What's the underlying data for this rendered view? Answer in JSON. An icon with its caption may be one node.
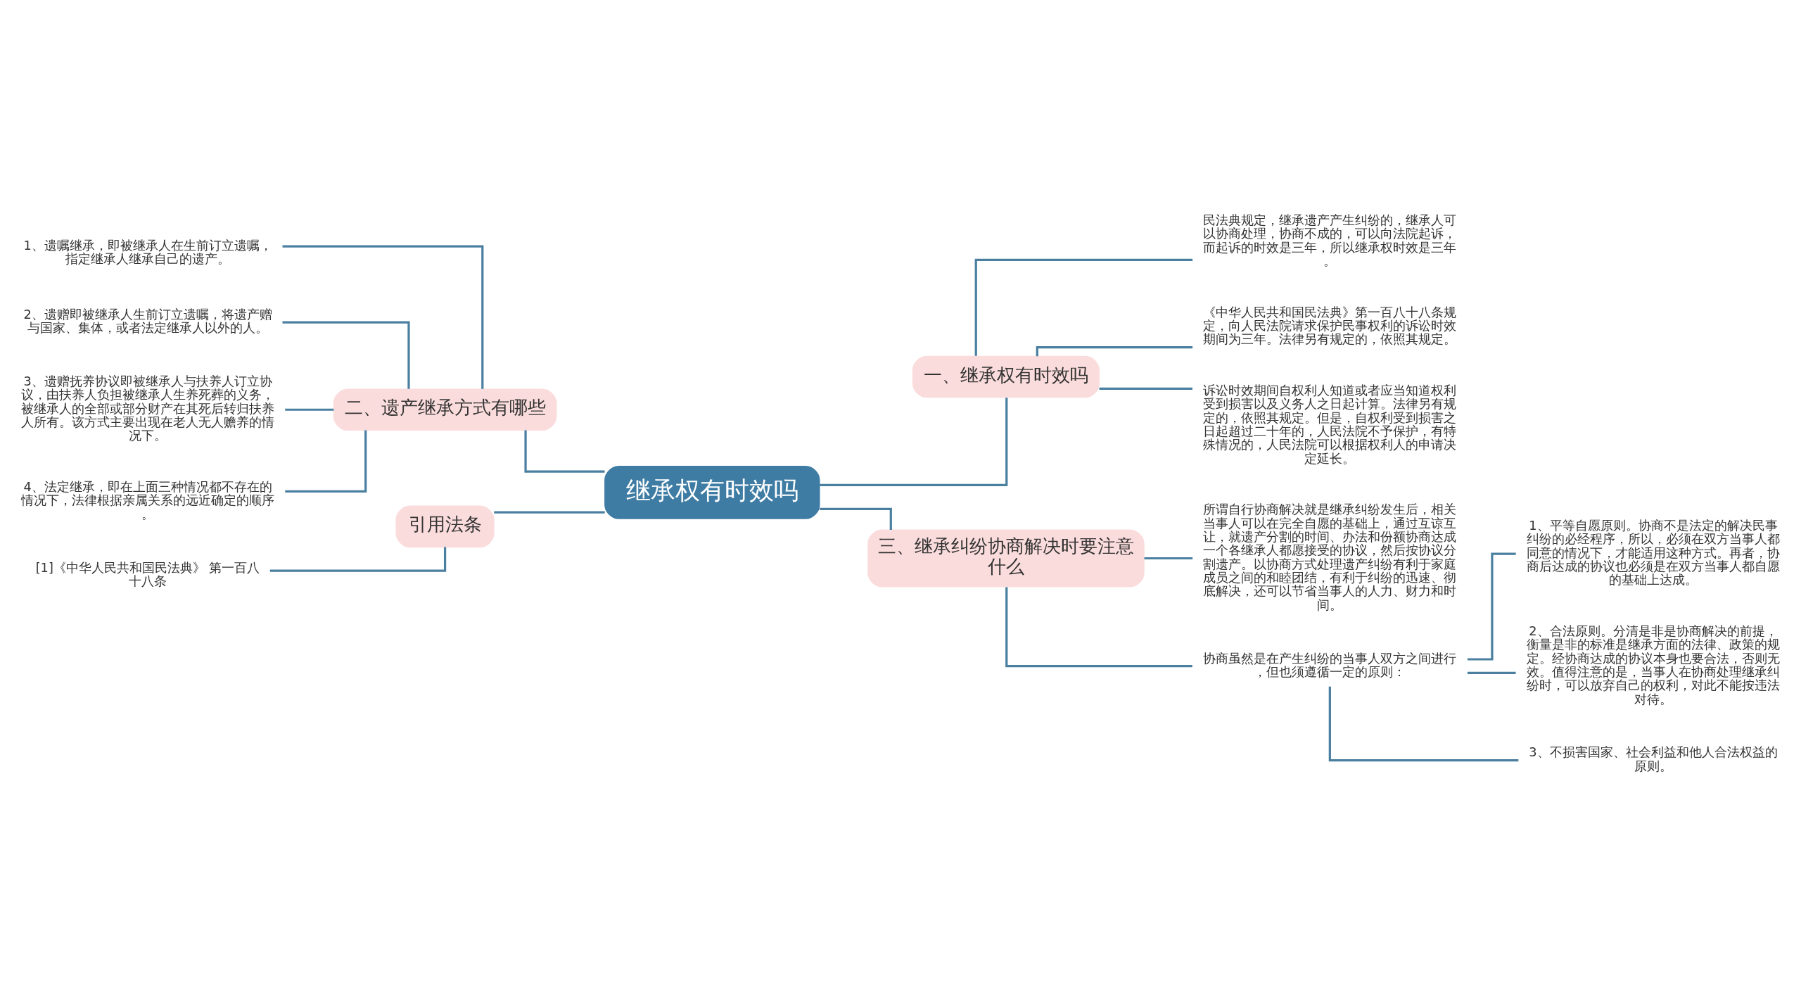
{
  "diagram": {
    "nodes": [
      {
        "text": [
          "继承权有时效吗"
        ]
      },
      {
        "text": [
          "一、继承权有时效吗"
        ]
      },
      {
        "text": [
          "民法典规定，继承遗产产生纠纷的，继承人可以协商处理，协商不成的，可以向法院起诉，而起诉的时效是三年，所以继承权时效是三年。"
        ]
      },
      {
        "text": [
          "《中华人民共和国民法典》第一百八十八条规定，向人民法院请求保护民事权利的诉讼时效期间为三年。法律另有规定的，依照其规定。"
        ]
      },
      {
        "text": [
          "诉讼时效期间自权利人知道或者应当知道权利受到损害以及义务人之日起计算。法律另有规定的，依照其规定。但是，自权利受到损害之日起超过二十年的，人民法院不予保护，有特殊情况的，人民法院可以根据权利人的申请决定延长。"
        ]
      },
      {
        "text": [
          "三、继承纠纷协商解决时要注意什么"
        ]
      },
      {
        "text": [
          "所谓自行协商解决就是继承纠纷发生后，相关当事人可以在完全自愿的基础上，通过互谅互让，就遗产分割的时间、办法和份额协商达成一个各继承人都愿接受的协议，然后按协议分割遗产。以协商方式处理遗产纠纷有利于家庭成员之间的和睦团结，有利于纠纷的迅速、彻底解决，还可以节省当事人的人力、财力和时间。"
        ]
      },
      {
        "text": [
          "协商虽然是在产生纠纷的当事人双方之间进行，但也须遵循一定的原则："
        ]
      },
      {
        "text": [
          "1、平等自愿原则。协商不是法定的解决民事纠纷的必经程序，所以，必须在双方当事人都同意的情况下，才能适用这种方式。再者，协商后达成的协议也必须是在双方当事人都自愿的基础上达成。"
        ]
      },
      {
        "text": [
          "2、合法原则。分清是非是协商解决的前提，衡量是非的标准是继承方面的法律、政策的规定。经协商达成的协议本身也要合法，否则无效。值得注意的是，当事人在协商处理继承纠纷时，可以放弃自己的权利，对此不能按违法对待。"
        ]
      },
      {
        "text": [
          "3、不损害国家、社会利益和他人合法权益的原则。"
        ]
      },
      {
        "text": [
          "二、遗产继承方式有哪些"
        ]
      },
      {
        "text": [
          "1、遗嘱继承，即被继承人在生前订立遗嘱，指定继承人继承自己的遗产。"
        ]
      },
      {
        "text": [
          "2、遗赠即被继承人生前订立遗嘱，将遗产赠与国家、集体，或者法定继承人以外的人。"
        ]
      },
      {
        "text": [
          "3、遗赠抚养协议即被继承人与扶养人订立协议，由扶养人负担被继承人生养死葬的义务，被继承人的全部或部分财产在其死后转归扶养人所有。该方式主要出现在老人无人赡养的情况下。"
        ]
      },
      {
        "text": [
          "4、法定继承，即在上面三种情况都不存在的情况下，法律根据亲属关系的远近确定的顺序。"
        ]
      },
      {
        "text": [
          "引用法条"
        ]
      },
      {
        "text": [
          "[1]《中华人民共和国民法典》 第一百八十八条"
        ]
      }
    ],
    "edges": [
      {
        "from": 0,
        "to": 1,
        "arrow": "none"
      },
      {
        "from": 1,
        "to": 2,
        "arrow": "none"
      },
      {
        "from": 1,
        "to": 3,
        "arrow": "none"
      },
      {
        "from": 1,
        "to": 4,
        "arrow": "none"
      },
      {
        "from": 0,
        "to": 5,
        "arrow": "none"
      },
      {
        "from": 5,
        "to": 6,
        "arrow": "none"
      },
      {
        "from": 5,
        "to": 7,
        "arrow": "none"
      },
      {
        "from": 7,
        "to": 8,
        "arrow": "none"
      },
      {
        "from": 7,
        "to": 9,
        "arrow": "none"
      },
      {
        "from": 7,
        "to": 10,
        "arrow": "none"
      },
      {
        "from": 0,
        "to": 11,
        "arrow": "none"
      },
      {
        "from": 11,
        "to": 12,
        "arrow": "none"
      },
      {
        "from": 11,
        "to": 13,
        "arrow": "none"
      },
      {
        "from": 11,
        "to": 14,
        "arrow": "none"
      },
      {
        "from": 11,
        "to": 15,
        "arrow": "none"
      },
      {
        "from": 0,
        "to": 16,
        "arrow": "none"
      },
      {
        "from": 16,
        "to": 17,
        "arrow": "none"
      }
    ]
  }
}
